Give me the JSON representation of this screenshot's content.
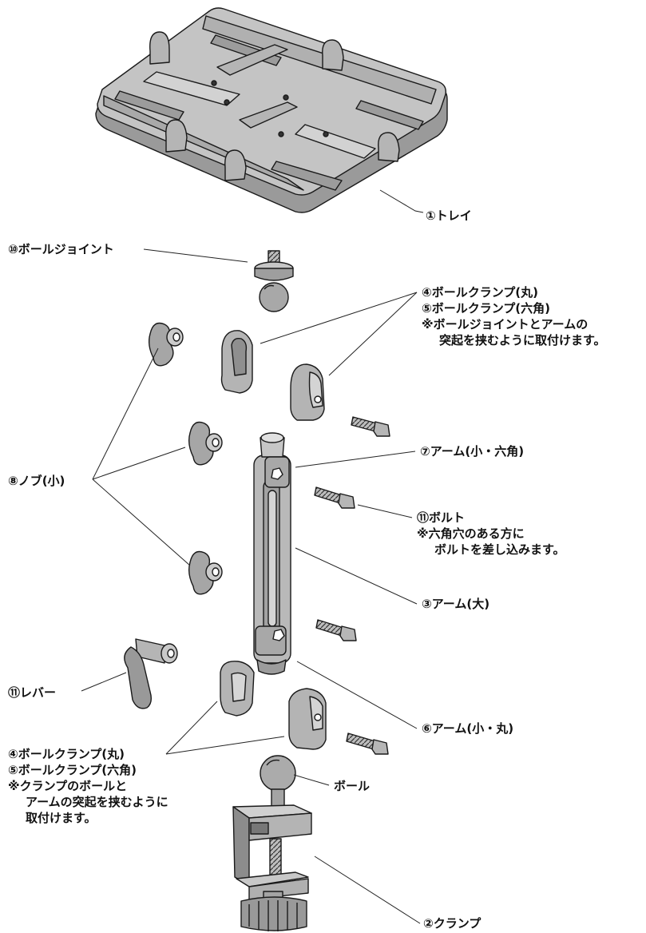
{
  "colors": {
    "part_fill": "#b9b9b9",
    "part_shade": "#8f8f8f",
    "part_light": "#d8d8d8",
    "outline": "#1a1a1a",
    "background": "#ffffff"
  },
  "labels": {
    "tray": "①トレイ",
    "ball_joint": "⑩ボールジョイント",
    "clamp_round": "④ボールクランプ(丸)",
    "clamp_hex": "⑤ボールクランプ(六角)",
    "note_ball_joint_1": "※ボールジョイントとアームの",
    "note_ball_joint_2": "突起を挟むように取付けます。",
    "arm_small_hex": "⑦アーム(小・六角)",
    "knob_small": "⑧ノブ(小)",
    "bolt": "⑪ボルト",
    "note_bolt_1": "※六角穴のある方に",
    "note_bolt_2": "ボルトを差し込みます。",
    "arm_large": "③アーム(大)",
    "lever": "⑪レバー",
    "arm_small_round": "⑥アーム(小・丸)",
    "clamp_round_2": "④ボールクランプ(丸)",
    "clamp_hex_2": "⑤ボールクランプ(六角)",
    "note_clamp_1": "※クランプのボールと",
    "note_clamp_2": "アームの突起を挟むように",
    "note_clamp_3": "取付けます。",
    "ball": "ボール",
    "clamp": "②クランプ"
  }
}
